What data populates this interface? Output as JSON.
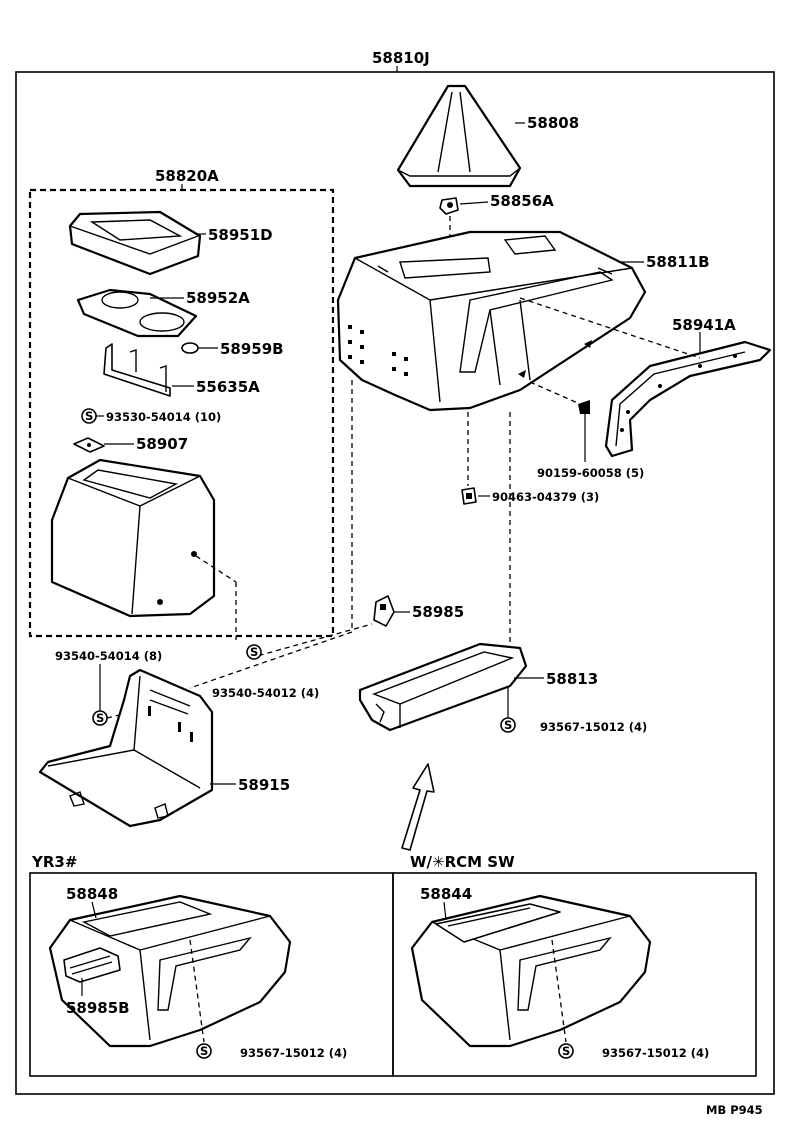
{
  "diagram": {
    "assembly_label": "58810J",
    "group_label": "58820A",
    "parts": {
      "p58808": "58808",
      "p58856A": "58856A",
      "p58811B": "58811B",
      "p58941A": "58941A",
      "p90159": "90159-60058 (5)",
      "p90463": "90463-04379 (3)",
      "p58951D": "58951D",
      "p58952A": "58952A",
      "p58959B": "58959B",
      "p55635A": "55635A",
      "p93530": "93530-54014 (10)",
      "p58907": "58907",
      "p58985": "58985",
      "p93540a": "93540-54014 (8)",
      "p93540b": "93540-54012 (4)",
      "p58813": "58813",
      "p93567top": "93567-15012 (4)",
      "p58915": "58915"
    },
    "variant_left": {
      "title": "YR3#",
      "p58848": "58848",
      "p58985B": "58985B",
      "p93567": "93567-15012 (4)"
    },
    "variant_right": {
      "title": "W/✳RCM SW",
      "p58844": "58844",
      "p93567": "93567-15012 (4)"
    },
    "screw_symbol": "S",
    "page_code": "MB P945"
  }
}
